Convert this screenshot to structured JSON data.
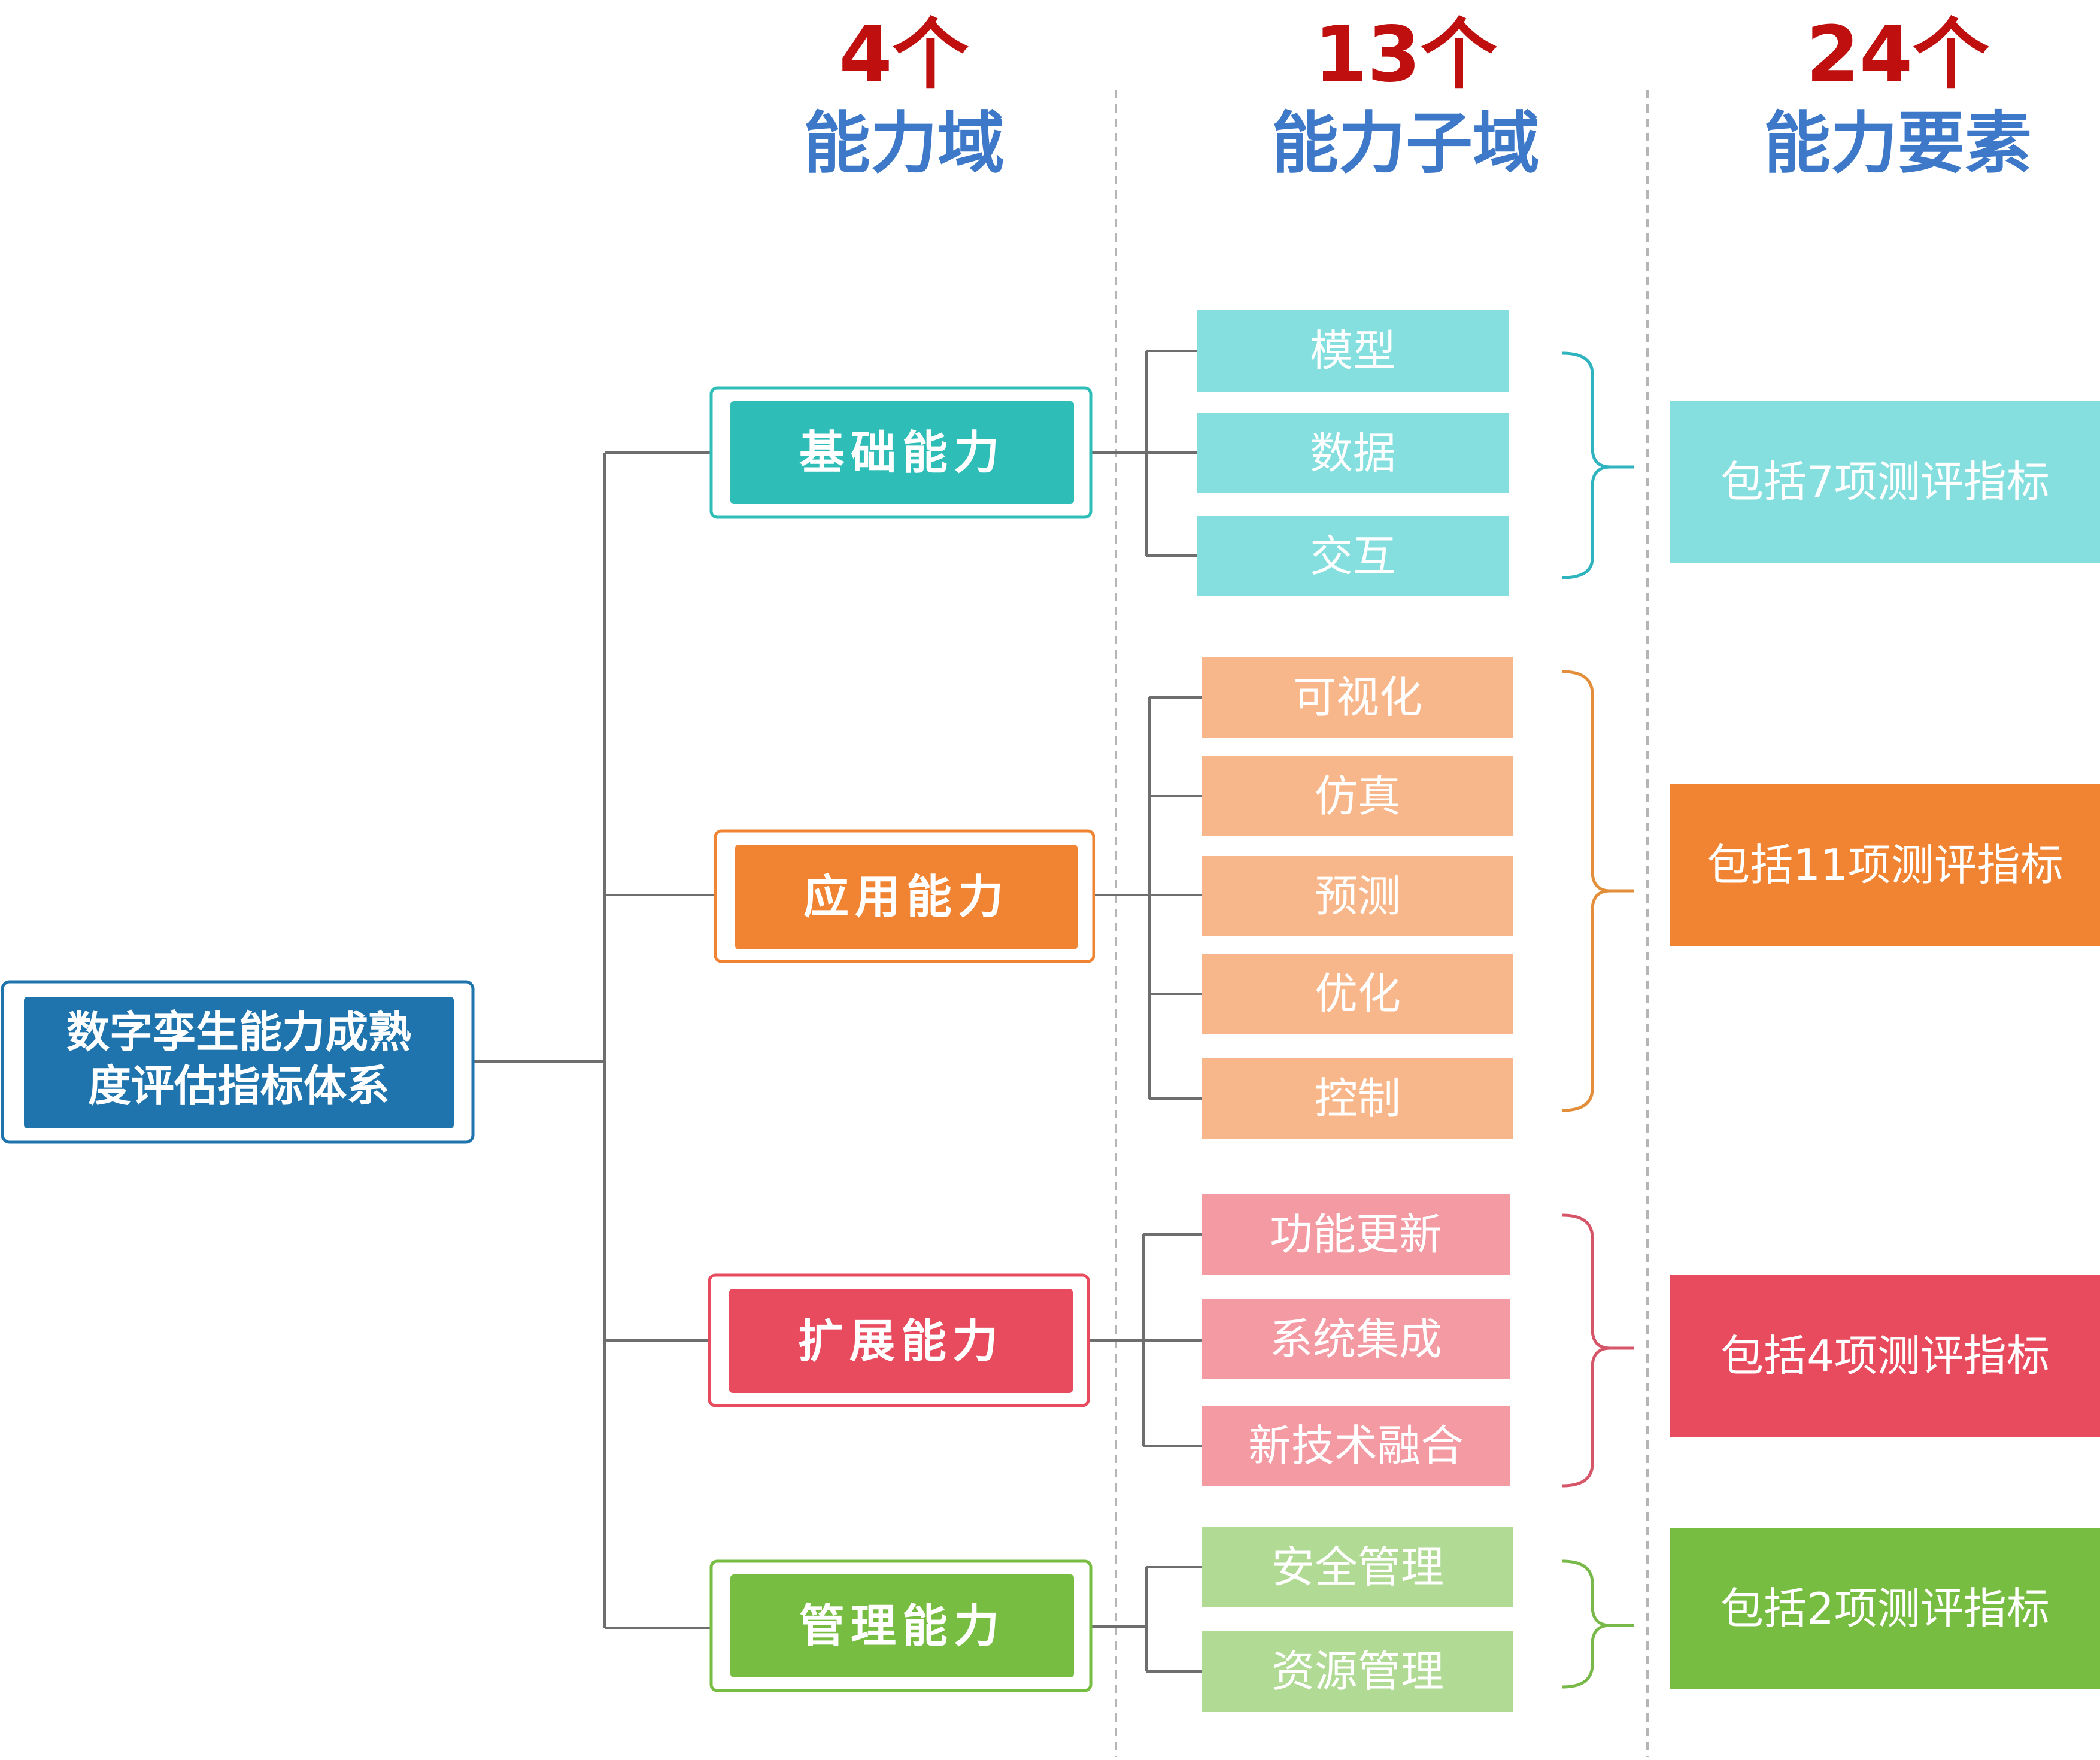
{
  "headers": [
    {
      "count": "4个",
      "label": "能力域"
    },
    {
      "count": "13个",
      "label": "能力子域"
    },
    {
      "count": "24个",
      "label": "能力要素"
    }
  ],
  "root": {
    "line1": "数字孪生能力成熟",
    "line2": "度评估指标体系",
    "color": "#1f74ad"
  },
  "domains": [
    {
      "name": "基础能力",
      "color": "#2fbdb8",
      "sub_color": "#85dfde",
      "element_color": "#85dfde",
      "bracket_color": "#2fb4bf",
      "subdomains": [
        "模型",
        "数据",
        "交互"
      ],
      "element": "包括7项测评指标"
    },
    {
      "name": "应用能力",
      "color": "#f08433",
      "sub_color": "#f8b78a",
      "element_color": "#f08433",
      "bracket_color": "#e38e3a",
      "subdomains": [
        "可视化",
        "仿真",
        "预测",
        "优化",
        "控制"
      ],
      "element": "包括11项测评指标"
    },
    {
      "name": "扩展能力",
      "color": "#e84b5e",
      "sub_color": "#f39aa3",
      "element_color": "#e84b5e",
      "bracket_color": "#d55668",
      "subdomains": [
        "功能更新",
        "系统集成",
        "新技术融合"
      ],
      "element": "包括4项测评指标"
    },
    {
      "name": "管理能力",
      "color": "#77bd41",
      "sub_color": "#b1da95",
      "element_color": "#77bd41",
      "bracket_color": "#79b94a",
      "subdomains": [
        "安全管理",
        "资源管理"
      ],
      "element": "包括2项测评指标"
    }
  ]
}
